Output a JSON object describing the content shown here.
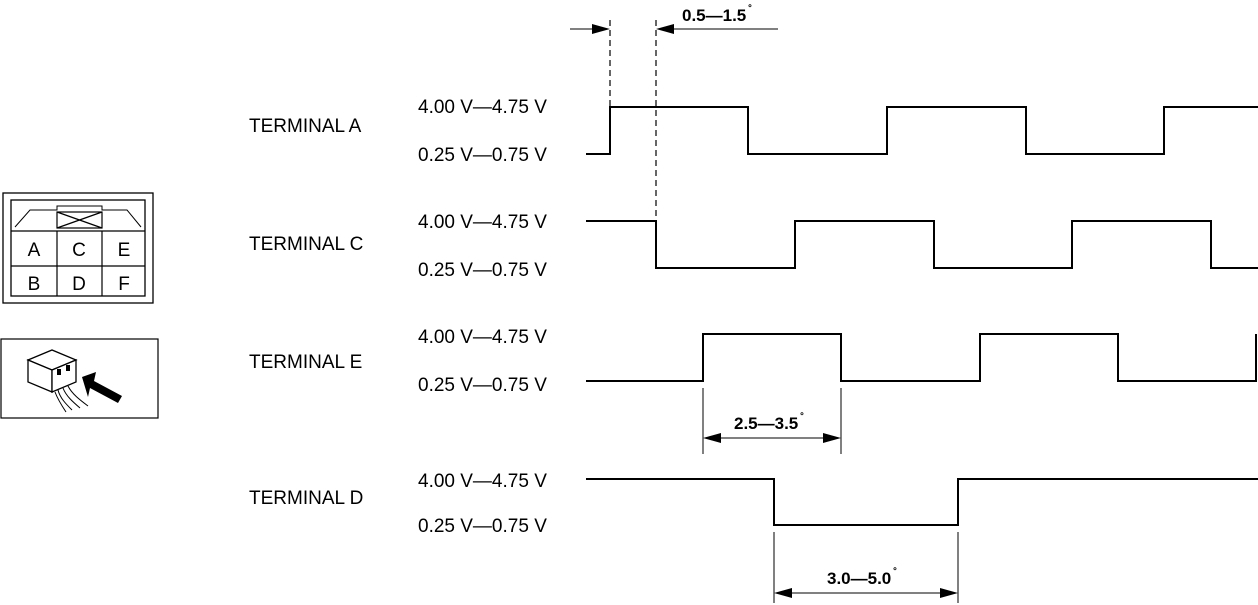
{
  "terminals": [
    {
      "name": "TERMINAL A",
      "high_label": "4.00 V—4.75 V",
      "low_label": "0.25 V—0.75 V"
    },
    {
      "name": "TERMINAL C",
      "high_label": "4.00 V—4.75 V",
      "low_label": "0.25 V—0.75 V"
    },
    {
      "name": "TERMINAL E",
      "high_label": "4.00 V—4.75 V",
      "low_label": "0.25 V—0.75 V"
    },
    {
      "name": "TERMINAL D",
      "high_label": "4.00 V—4.75 V",
      "low_label": "0.25 V—0.75 V"
    }
  ],
  "dimensions": {
    "a_to_c": "0.5—1.5",
    "e_high": "2.5—3.5",
    "d_low": "3.0—5.0",
    "degree_mark": "˚"
  },
  "connector": {
    "pins_top": [
      "A",
      "C",
      "E"
    ],
    "pins_bottom": [
      "B",
      "D",
      "F"
    ]
  },
  "colors": {
    "line": "#000000",
    "background": "#ffffff"
  }
}
